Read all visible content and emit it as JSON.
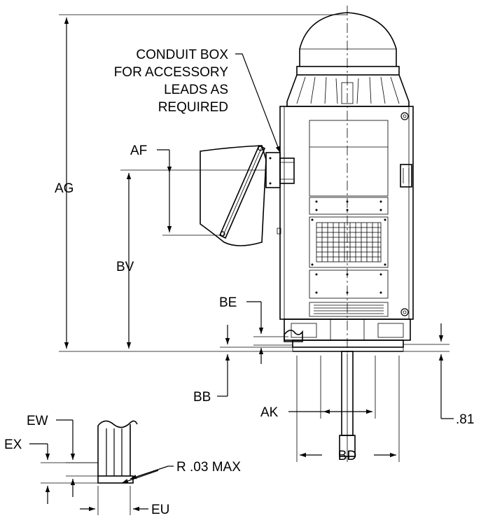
{
  "labels": {
    "conduit_line1": "CONDUIT BOX",
    "conduit_line2": "FOR ACCESSORY",
    "conduit_line3": "LEADS AS",
    "conduit_line4": "REQUIRED",
    "af": "AF",
    "ag": "AG",
    "bv": "BV",
    "be": "BE",
    "bb": "BB",
    "ak": "AK",
    "bd": "BD",
    "dim_81": ".81",
    "ew": "EW",
    "ex": "EX",
    "r03": "R .03 MAX",
    "eu": "EU"
  }
}
